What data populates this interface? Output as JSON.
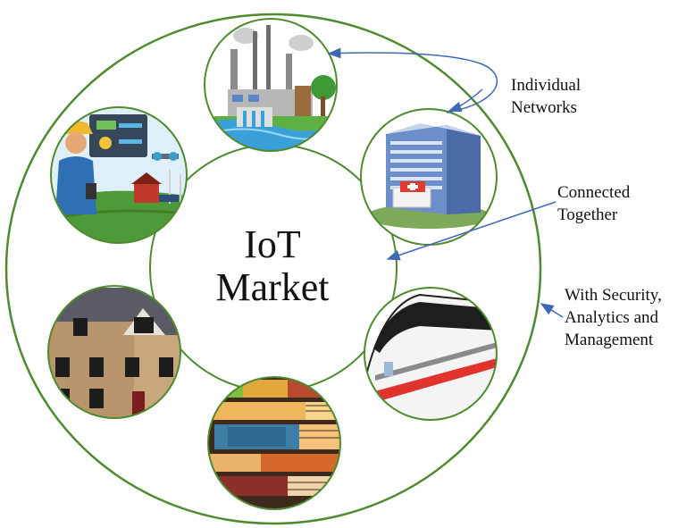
{
  "center": {
    "line1": "IoT",
    "line2": "Market"
  },
  "annotations": {
    "individual": [
      "Individual",
      "Networks"
    ],
    "connected": [
      "Connected",
      "Together"
    ],
    "security": [
      "With Security,",
      "Analytics and",
      "Management"
    ]
  },
  "nodes": [
    {
      "name": "energy-plant-node",
      "icon": "power-plant-icon"
    },
    {
      "name": "hospital-node",
      "icon": "hospital-building-icon"
    },
    {
      "name": "train-node",
      "icon": "train-icon"
    },
    {
      "name": "books-node",
      "icon": "books-icon"
    },
    {
      "name": "house-node",
      "icon": "house-icon"
    },
    {
      "name": "agriculture-node",
      "icon": "farmer-icon"
    }
  ],
  "colors": {
    "ring": "#4e8a2f",
    "arrow": "#3f68b3"
  }
}
